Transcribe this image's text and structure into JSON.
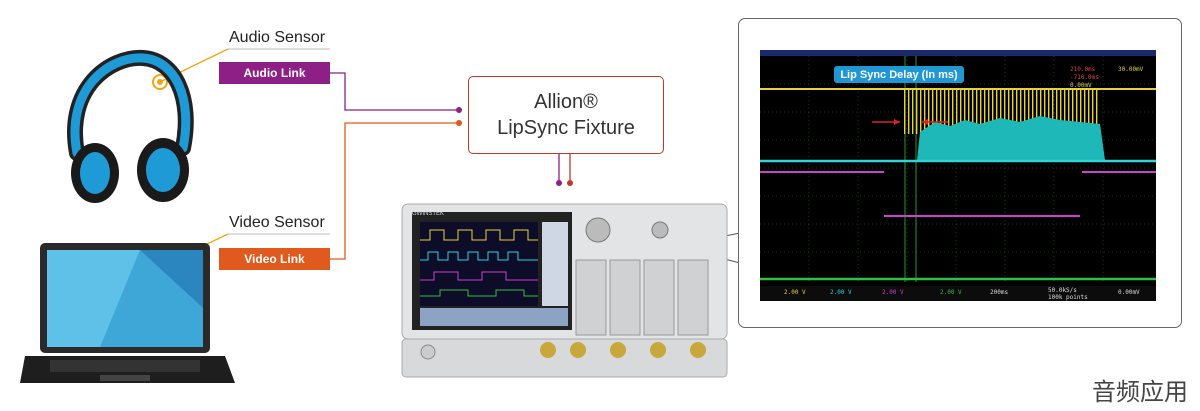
{
  "audio_sensor": {
    "label": "Audio Sensor",
    "link_label": "Audio Link",
    "link_color": "#8e1f87"
  },
  "video_sensor": {
    "label": "Video Sensor",
    "link_label": "Video Link",
    "link_color": "#e05a1e"
  },
  "fixture": {
    "line1": "Allion®",
    "line2": "LipSync Fixture",
    "border_color": "#c0392b"
  },
  "scope": {
    "callout": "Lip Sync Delay (In ms)",
    "brand": "GWINSTEK",
    "trace_colors": {
      "ch1": "#e6d23a",
      "ch2": "#30d4d8",
      "ch3": "#d040d0",
      "ch4": "#30c040"
    },
    "status_bar": [
      "2.00 V",
      "2.00 V",
      "2.00 V",
      "2.00 V",
      "200ms",
      "50.0kS/s",
      "100k points",
      "0.00mV"
    ],
    "measurements": [
      "210.0ms",
      "-710.0ms",
      "0.00mV",
      "30.00mV"
    ]
  },
  "watermark": "音频应用"
}
